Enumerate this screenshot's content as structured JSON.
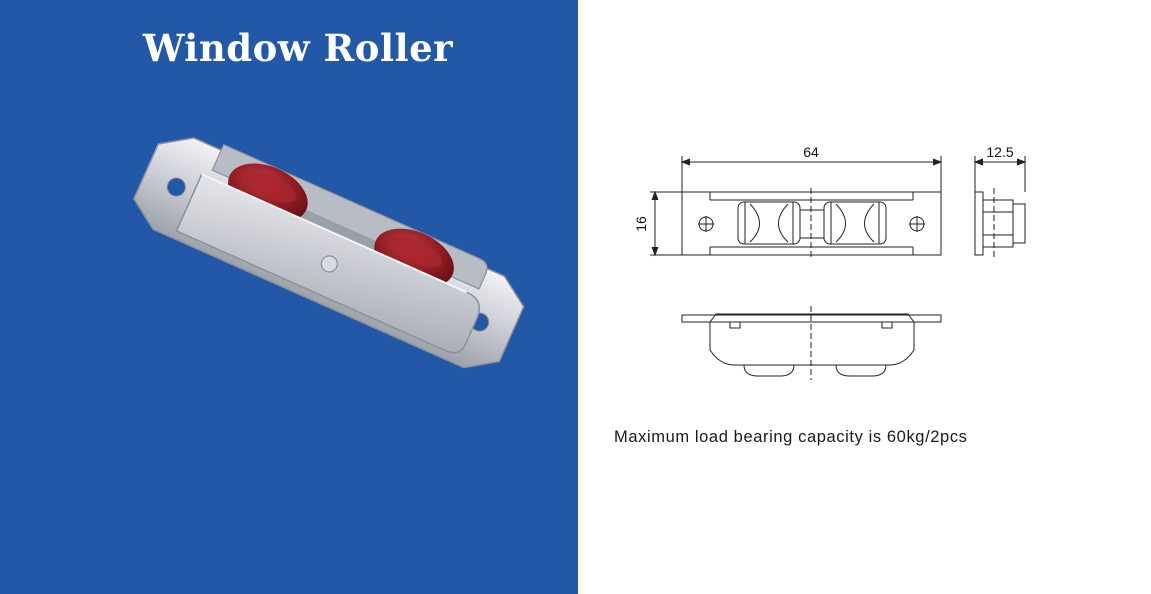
{
  "title": "Window Roller",
  "colors": {
    "panel_background": "#2357a8",
    "title_text": "#ffffff",
    "roller_red": "#8e1b22",
    "metal": "#cfd2d8",
    "line": "#222222"
  },
  "drawing": {
    "dim_length": "64",
    "dim_height": "16",
    "dim_width": "12.5"
  },
  "caption": "Maximum load bearing capacity is 60kg/2pcs"
}
